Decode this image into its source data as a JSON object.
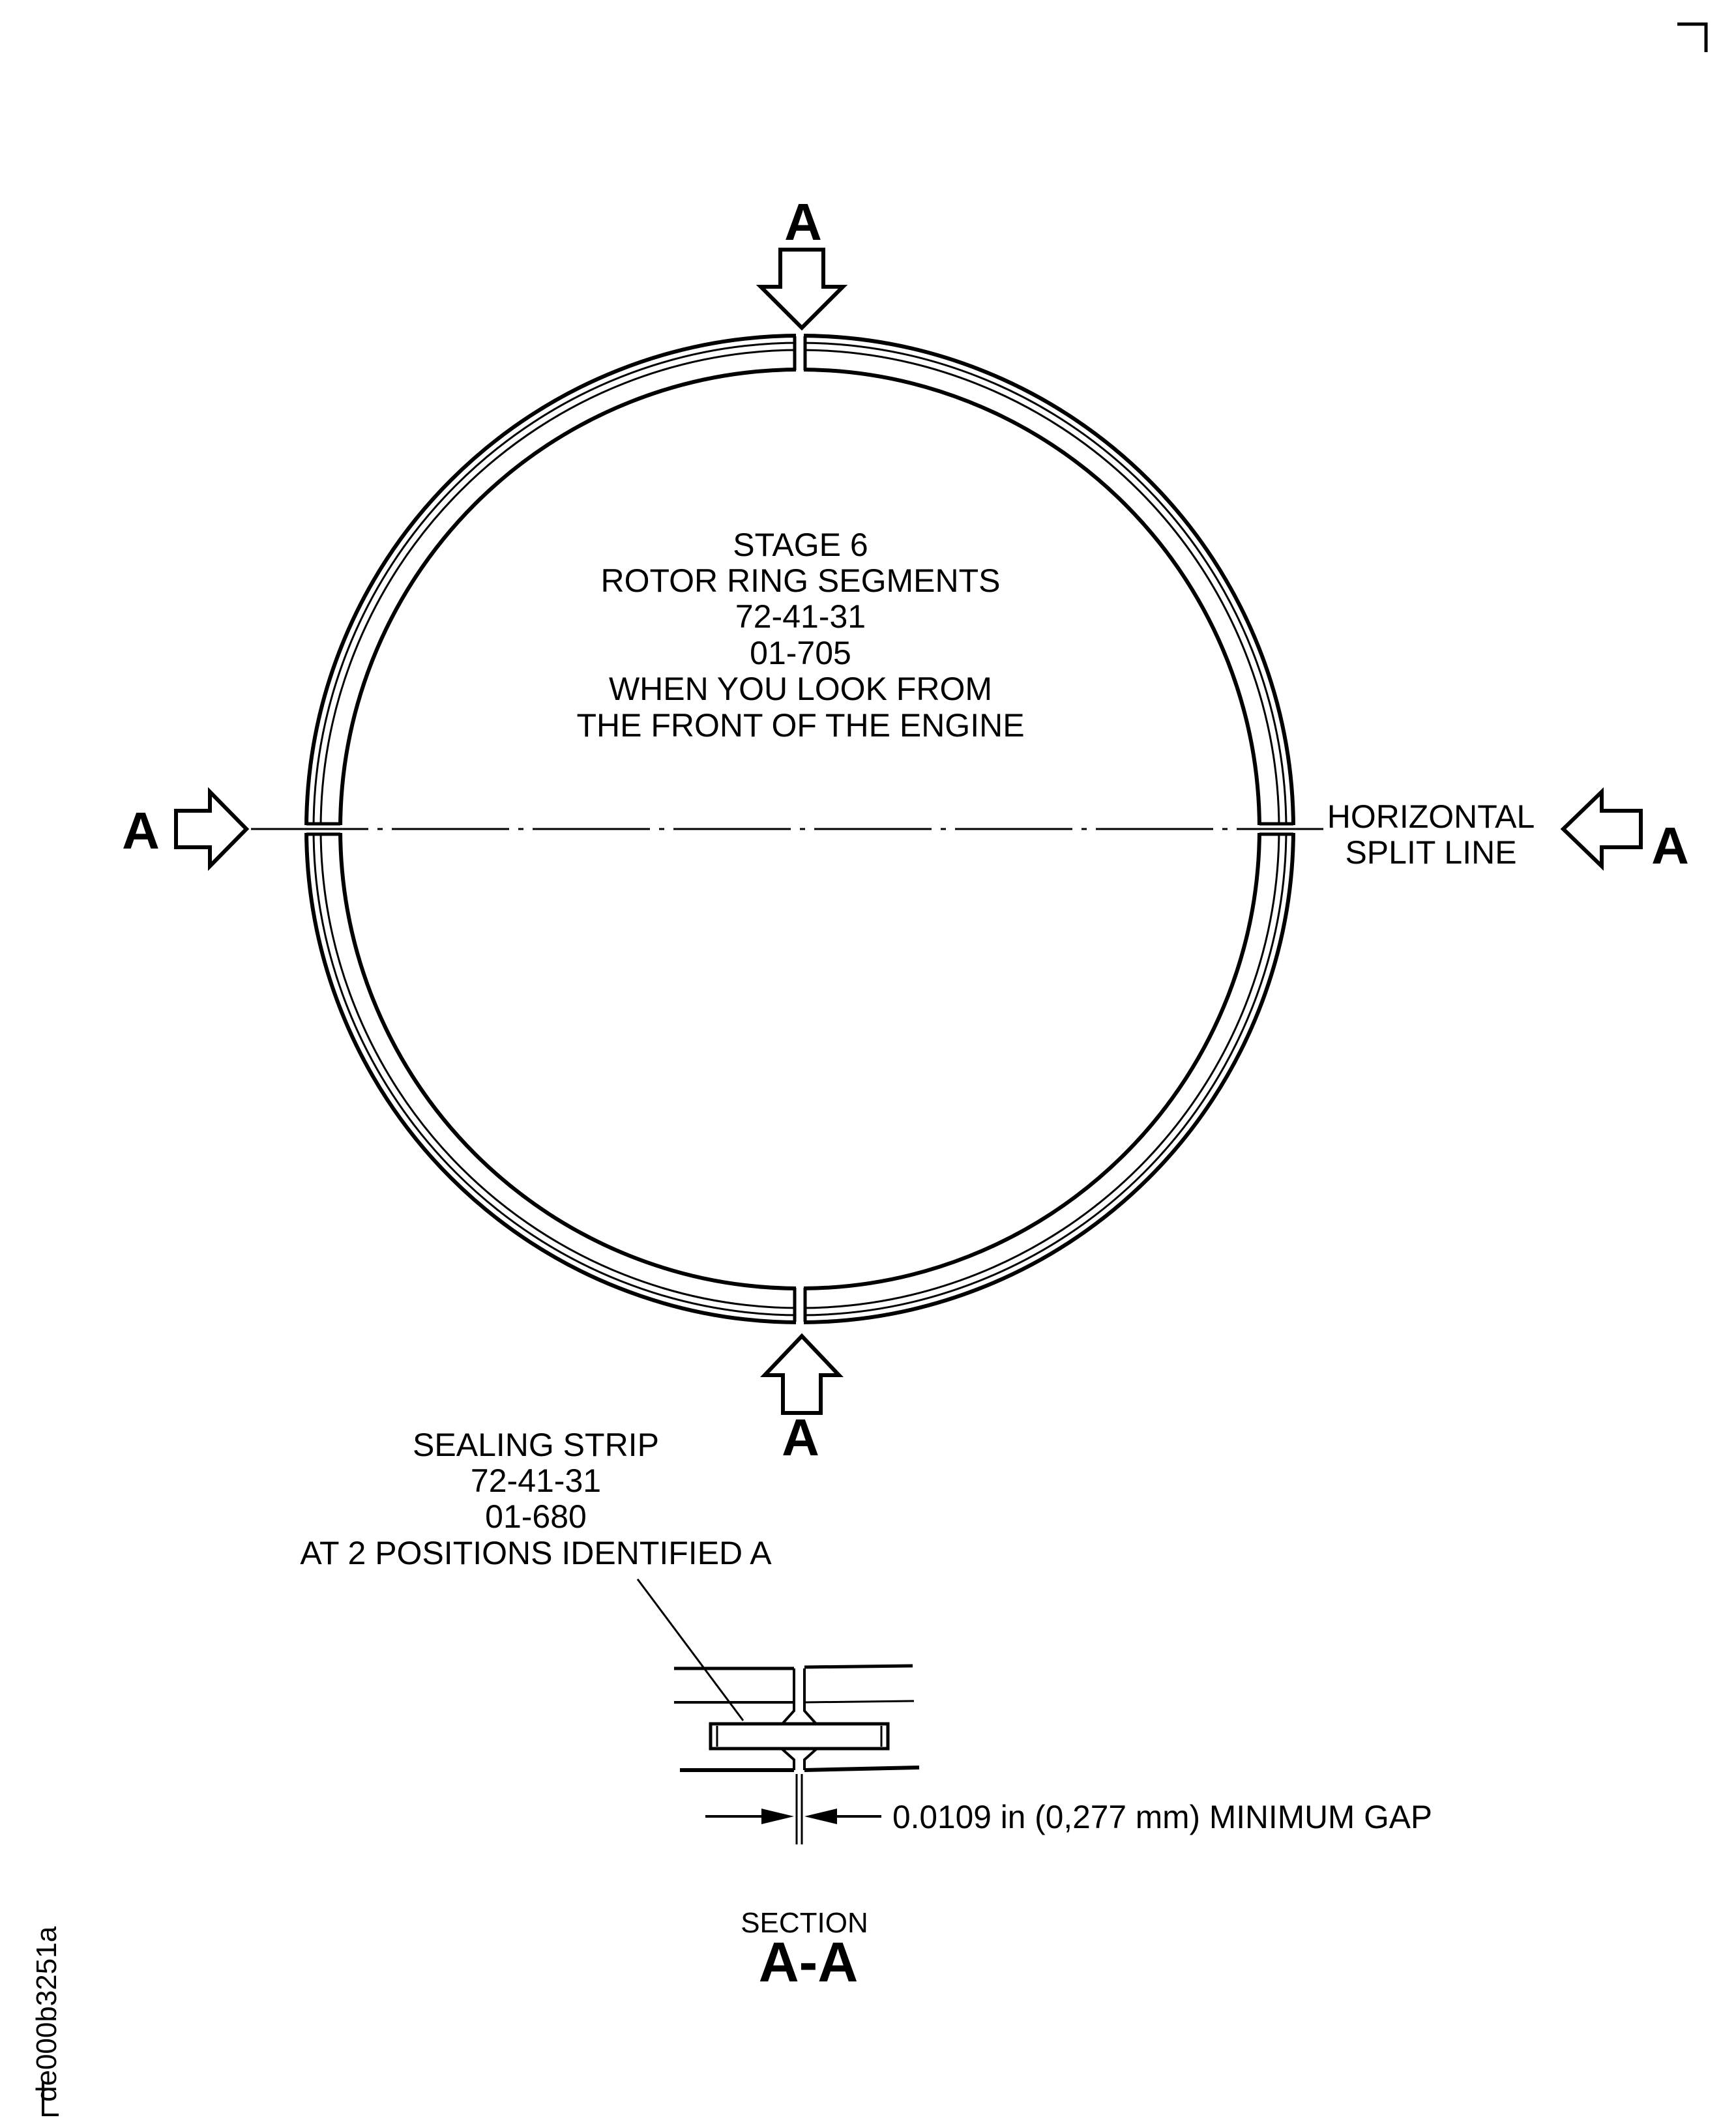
{
  "center_label": [
    "STAGE 6",
    "ROTOR RING SEGMENTS",
    "72-41-31",
    "01-705",
    "WHEN YOU LOOK FROM",
    "THE FRONT OF THE ENGINE"
  ],
  "view_marker": "A",
  "split_line_label": [
    "HORIZONTAL",
    "SPLIT LINE"
  ],
  "sealing_strip_label": [
    "SEALING STRIP",
    "72-41-31",
    "01-680",
    "AT 2 POSITIONS IDENTIFIED A"
  ],
  "gap_dimension": "0.0109 in (0,277 mm) MINIMUM GAP",
  "section_title": "SECTION",
  "section_id": "A-A",
  "figure_id": "de000b3251a"
}
